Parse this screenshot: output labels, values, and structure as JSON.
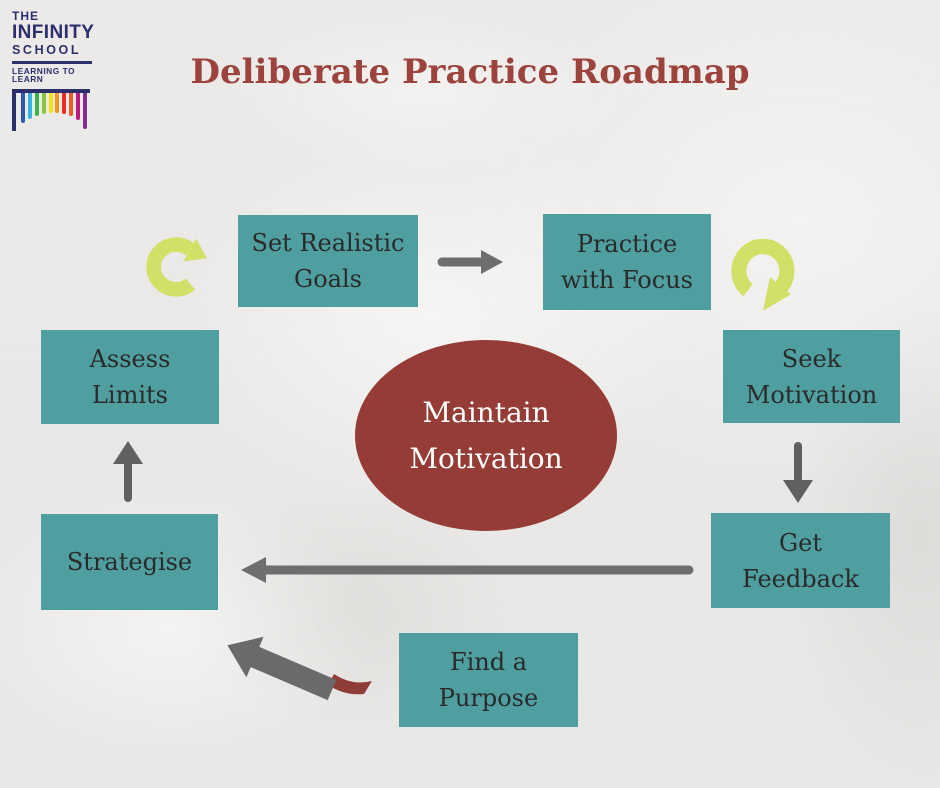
{
  "header": {
    "title": "Deliberate Practice Roadmap"
  },
  "logo": {
    "word_the": "THE",
    "word_infinity": "INFINITY",
    "word_school": "SCHOOL",
    "tagline": "LEARNING TO LEARN",
    "navy": "#2b2f6b",
    "bar_colors": [
      "#3059a8",
      "#35b4e5",
      "#3cb44b",
      "#8cc63e",
      "#f5e11c",
      "#f7941e",
      "#ee2a24",
      "#f05a28",
      "#c0187f",
      "#7f2c8e"
    ]
  },
  "diagram": {
    "center_label": "Maintain\nMotivation",
    "boxes": {
      "set_realistic_goals": "Set Realistic\nGoals",
      "practice_with_focus": "Practice\nwith Focus",
      "seek_motivation": "Seek\nMotivation",
      "get_feedback": "Get\nFeedback",
      "strategise": "Strategise",
      "assess_limits": "Assess\nLimits",
      "find_a_purpose": "Find a\nPurpose"
    },
    "icons": {
      "cycle_left": "cycle-refresh-arrow",
      "cycle_right": "cycle-refresh-arrow",
      "flow_arrows": [
        "arrow-right",
        "arrow-down",
        "arrow-left-long",
        "arrow-up",
        "arrow-up-left-big"
      ]
    },
    "colors": {
      "box_fill": "#4f9ea0",
      "box_text": "#2a2a2a",
      "center_fill": "#943c35",
      "center_text": "#ffffff",
      "title": "#9c433e",
      "arrow_gray": "#6e6e6e",
      "arrow_gray_dark": "#606060",
      "cycle_green": "#d2e068",
      "accent_maroon": "#8e3d38",
      "background": "#e9e8e6"
    }
  }
}
